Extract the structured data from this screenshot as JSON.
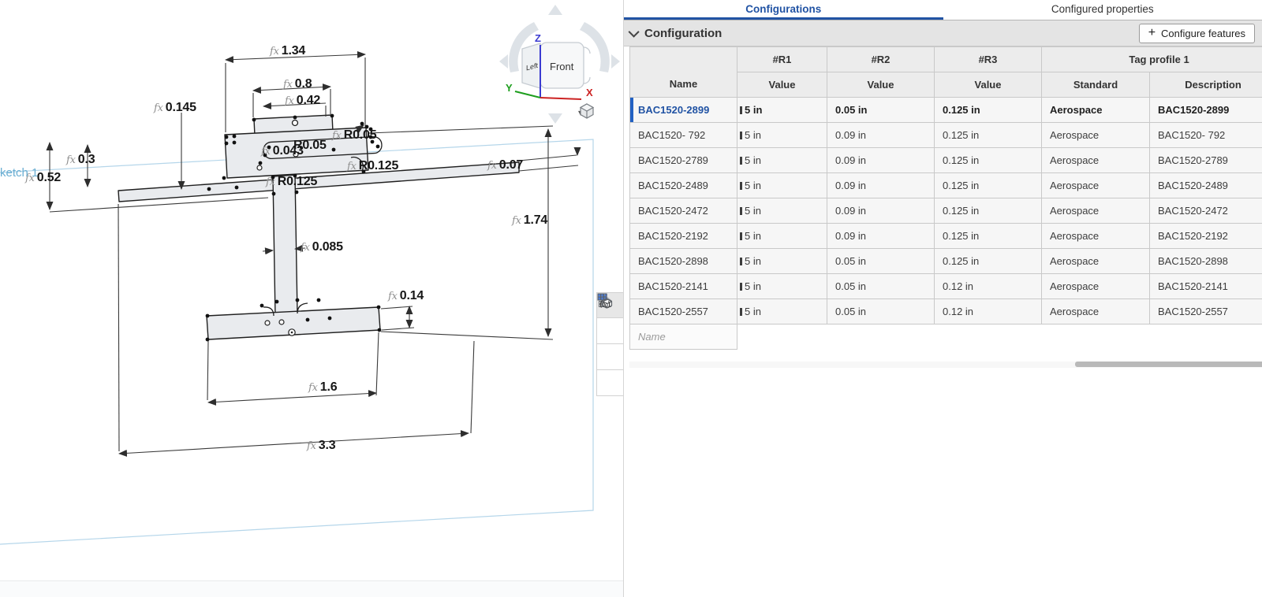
{
  "canvas": {
    "sketch_label": "ketch 1",
    "fx_symbol": "fx",
    "dims": [
      "1.34",
      "0.8",
      "0.42",
      "0.145",
      "R0.05",
      "0.043",
      "R0.05",
      "0.3",
      "0.52",
      "R0.125",
      "0.07",
      "R0.125",
      "1.74",
      "0.085",
      "0.14",
      "1.6",
      "3.3"
    ],
    "view_cube": {
      "front": "Front",
      "left": "Left",
      "axis_x": "X",
      "axis_y": "Y",
      "axis_z": "Z"
    }
  },
  "panel": {
    "tabs": [
      {
        "label": "Configurations",
        "active": true
      },
      {
        "label": "Configured properties",
        "active": false
      }
    ],
    "section_title": "Configuration",
    "configure_button_label": "Configure features",
    "plus_icon": "+",
    "caret_icon": "▾",
    "table": {
      "group_headers": {
        "r1": "#R1",
        "r2": "#R2",
        "r3": "#R3",
        "tag_profile": "Tag profile 1"
      },
      "sub_headers": {
        "name": "Name",
        "value": "Value",
        "standard": "Standard",
        "description": "Description"
      },
      "rows": [
        {
          "name": "BAC1520-2899",
          "r1": "5 in",
          "r2": "0.05 in",
          "r3": "0.125 in",
          "standard": "Aerospace",
          "description": "BAC1520-2899",
          "selected": true
        },
        {
          "name": "BAC1520- 792",
          "r1": "5 in",
          "r2": "0.09 in",
          "r3": "0.125 in",
          "standard": "Aerospace",
          "description": "BAC1520- 792"
        },
        {
          "name": "BAC1520-2789",
          "r1": "5 in",
          "r2": "0.09 in",
          "r3": "0.125 in",
          "standard": "Aerospace",
          "description": "BAC1520-2789"
        },
        {
          "name": "BAC1520-2489",
          "r1": "5 in",
          "r2": "0.09 in",
          "r3": "0.125 in",
          "standard": "Aerospace",
          "description": "BAC1520-2489"
        },
        {
          "name": "BAC1520-2472",
          "r1": "5 in",
          "r2": "0.09 in",
          "r3": "0.125 in",
          "standard": "Aerospace",
          "description": "BAC1520-2472"
        },
        {
          "name": "BAC1520-2192",
          "r1": "5 in",
          "r2": "0.09 in",
          "r3": "0.125 in",
          "standard": "Aerospace",
          "description": "BAC1520-2192"
        },
        {
          "name": "BAC1520-2898",
          "r1": "5 in",
          "r2": "0.05 in",
          "r3": "0.125 in",
          "standard": "Aerospace",
          "description": "BAC1520-2898"
        },
        {
          "name": "BAC1520-2141",
          "r1": "5 in",
          "r2": "0.05 in",
          "r3": "0.12 in",
          "standard": "Aerospace",
          "description": "BAC1520-2141"
        },
        {
          "name": "BAC1520-2557",
          "r1": "5 in",
          "r2": "0.05 in",
          "r3": "0.12 in",
          "standard": "Aerospace",
          "description": "BAC1520-2557"
        }
      ],
      "new_row_placeholder": "Name"
    }
  },
  "colors": {
    "accent_blue": "#2153a4",
    "selected_row_bar": "#2261c3",
    "axis_x_red": "#cc2222",
    "axis_y_green": "#1d9e1d",
    "axis_z_blue": "#3b3bd1",
    "sketch_fill": "#e9ebee",
    "plane_outline": "#b5d6ea"
  }
}
